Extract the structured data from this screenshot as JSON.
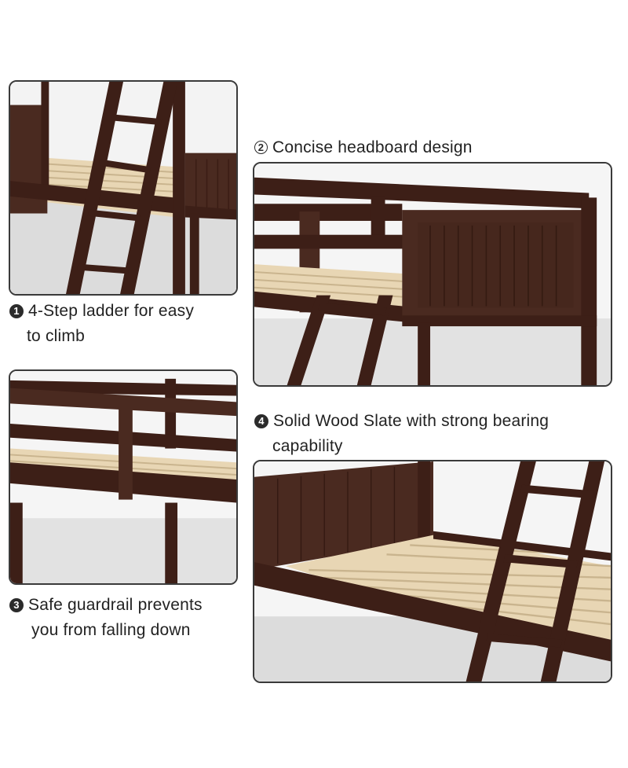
{
  "colors": {
    "wood": "#3d1f17",
    "wood_light": "#4a2a20",
    "slat": "#e8d6b4",
    "floor": "#dcdcdc",
    "panel_border": "#3a3a3a"
  },
  "features": [
    {
      "number": "1",
      "line1": "4-Step ladder for easy",
      "line2": "to climb"
    },
    {
      "number": "2",
      "line1": "Concise headboard design",
      "line2": ""
    },
    {
      "number": "3",
      "line1": "Safe guardrail prevents",
      "line2": "you from falling down"
    },
    {
      "number": "4",
      "line1": "Solid Wood Slate with strong bearing",
      "line2": "capability"
    }
  ]
}
